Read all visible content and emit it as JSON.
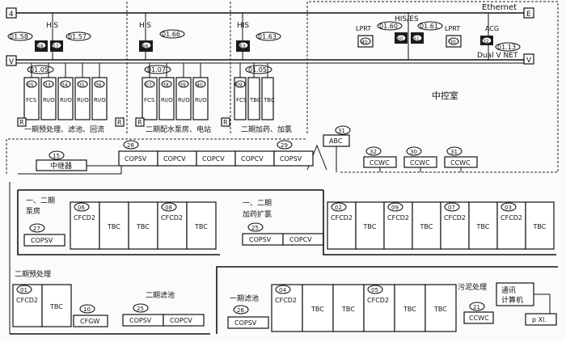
{
  "bus": {
    "ethernet_label": "Ethernet",
    "left_tag_top": "4",
    "left_tag_v": "V",
    "right_tag_e": "E",
    "right_tag_v": "V",
    "dual_vnet_label": "Dual V NET"
  },
  "his_stations": [
    {
      "label": "HIS",
      "tag_left": "01.58",
      "tag_right": "01.57",
      "icon_a": "58",
      "icon_b": "57"
    },
    {
      "label": "HIS",
      "tag_right": "01.66",
      "icon_a": "66"
    },
    {
      "label": "HIS",
      "tag_right": "01.63",
      "icon_a": "63"
    }
  ],
  "his_es": {
    "label": "HIS/ES",
    "tag_left": "01.60",
    "tag_right": "01.61",
    "icon_a": "60",
    "icon_b": "61"
  },
  "printers": [
    {
      "label": "LPRT",
      "icon": "40"
    },
    {
      "label": "LPRT",
      "icon": "30"
    }
  ],
  "acg": {
    "label": "ACG",
    "tag": "01.13",
    "bubble": "32"
  },
  "fcs_groups": [
    {
      "tag": "01.05",
      "cab_tags": [
        "05",
        "33",
        "34",
        "35",
        "36"
      ],
      "cab_labels": [
        "FCS",
        "RI/O",
        "RI/O",
        "RI/O",
        "RI/O"
      ],
      "caption": "一期预处理、滤池、回流"
    },
    {
      "tag": "01.07",
      "cab_tags": [
        "07",
        "38",
        "39",
        "40"
      ],
      "cab_labels": [
        "FCS",
        "RI/O",
        "RI/O",
        "RI/O"
      ],
      "caption": "二期配水泵房、电站"
    },
    {
      "tag": "01.05",
      "cab_tags": [
        "09"
      ],
      "cab_labels": [
        "FCS",
        "TBC",
        "TBC"
      ],
      "caption": "二期加药、加氯"
    }
  ],
  "r_tags": [
    "R",
    "R",
    "R",
    "R"
  ],
  "control_room": "中控室",
  "abc": {
    "bubble": "31",
    "label": "ABC"
  },
  "ccwc_units": [
    {
      "bubble": "32",
      "label": "CCWC"
    },
    {
      "bubble": "30",
      "label": "CCWC"
    },
    {
      "bubble": "31",
      "label": "CCWC"
    }
  ],
  "repeater": {
    "bubble": "15",
    "label": "中继器"
  },
  "copsv_row": {
    "bubble_left": "28",
    "bubble_right": "29",
    "cells": [
      "COPSV",
      "COPCV",
      "COPCV",
      "COPCV",
      "COPSV"
    ]
  },
  "pump_room": {
    "title": "一、二期\n泵房",
    "bubble_copsv": "27",
    "copsv": "COPSV",
    "cells": [
      {
        "tag": "06",
        "label": "CFCD2"
      },
      {
        "label": "TBC"
      },
      {
        "label": "TBC"
      },
      {
        "tag": "08",
        "label": "CFCD2"
      },
      {
        "label": "TBC"
      }
    ]
  },
  "dosing": {
    "title": "一、二期\n加药扩氯",
    "bubble": "25",
    "cells": [
      "COPSV",
      "COPCV"
    ]
  },
  "right_rack": {
    "cells": [
      {
        "tag": "02",
        "label": "CFCD2"
      },
      {
        "label": "TBC"
      },
      {
        "tag": "09",
        "label": "CFCD2"
      },
      {
        "label": "TBC"
      },
      {
        "tag": "07",
        "label": "CFCD2"
      },
      {
        "label": "TBC"
      },
      {
        "tag": "03",
        "label": "CFCD2"
      },
      {
        "label": "TBC"
      }
    ]
  },
  "phase2_pre": {
    "title": "二期预处理",
    "cells": [
      {
        "tag": "01",
        "label": "CFCD2"
      },
      {
        "label": "TBC"
      }
    ],
    "cfgw_bubble": "10",
    "cfgw": "CFGW"
  },
  "phase2_filter": {
    "title": "二期滤池",
    "bubble": "25",
    "cells": [
      "COPSV",
      "COPCV"
    ]
  },
  "phase1_filter": {
    "title": "一期滤池",
    "bubble": "26",
    "copsv": "COPSV",
    "cells": [
      {
        "tag": "04",
        "label": "CFCD2"
      },
      {
        "label": "TBC"
      },
      {
        "label": "TBC"
      },
      {
        "tag": "05",
        "label": "CFCD2"
      },
      {
        "label": "TBC"
      },
      {
        "label": "TBC"
      }
    ]
  },
  "sewage": {
    "title": "污泥处理",
    "bubble": "21",
    "label": "CCWC",
    "comm": "通讯\n计算机",
    "px": "p Xl."
  }
}
